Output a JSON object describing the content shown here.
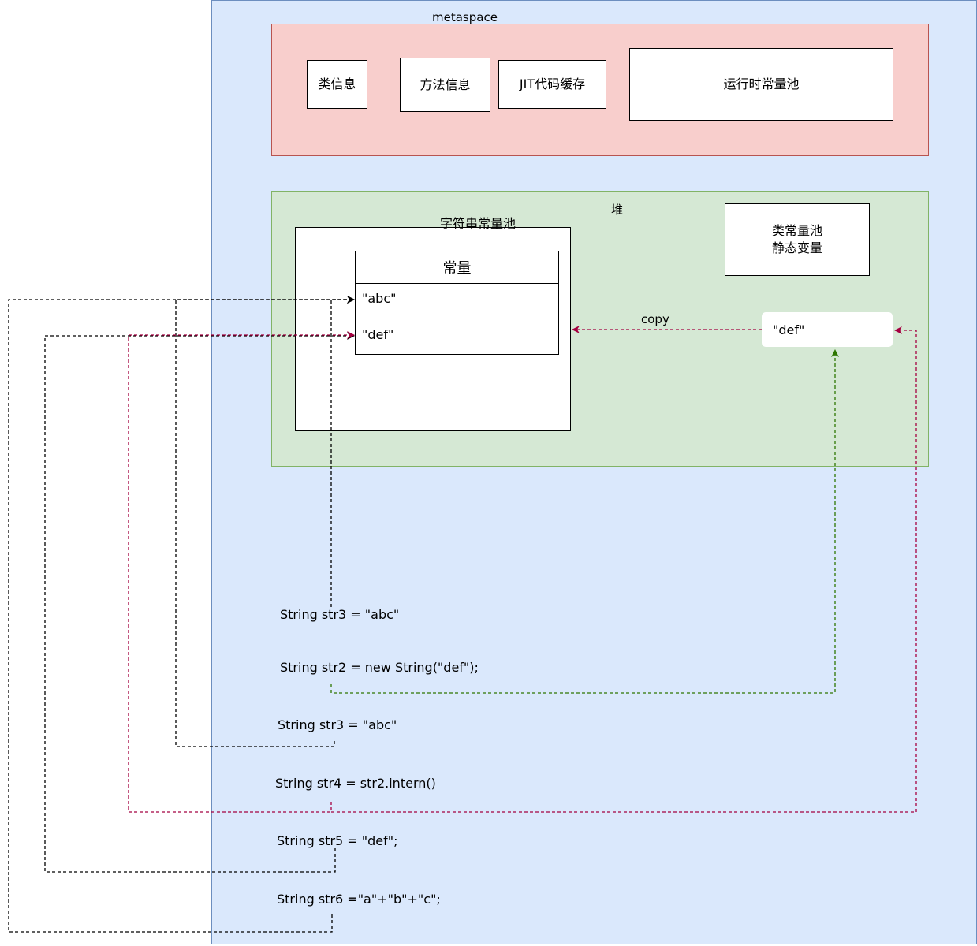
{
  "metaspace": {
    "title": "metaspace",
    "items": [
      "类信息",
      "方法信息",
      "JIT代码缓存",
      "运行时常量池"
    ]
  },
  "heap": {
    "title": "堆",
    "class_constant_pool_line1": "类常量池",
    "class_constant_pool_line2": "静态变量",
    "string_pool_title": "字符串常量池",
    "constants_header": "常量",
    "constants": [
      "\"abc\"",
      "\"def\""
    ],
    "heap_object": "\"def\"",
    "copy_label": "copy"
  },
  "code_lines": [
    "String str3 = \"abc\"",
    "String str2 = new String(\"def\");",
    "String str3 = \"abc\"",
    "String str4 = str2.intern()",
    "String str5 = \"def\";",
    "String str6 =\"a\"+\"b\"+\"c\";"
  ],
  "colors": {
    "black_arrow": "#000000",
    "red_arrow": "#a50040",
    "green_arrow": "#2d7600"
  }
}
